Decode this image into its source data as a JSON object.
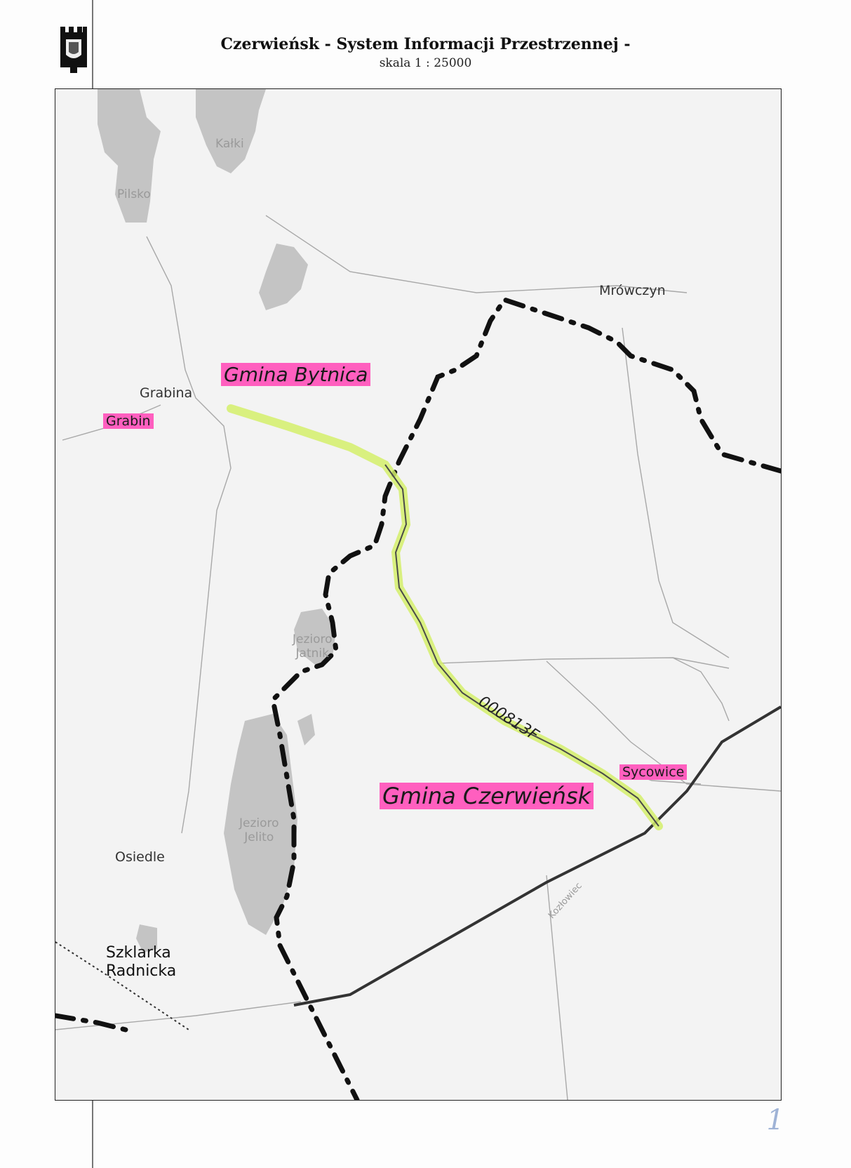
{
  "header": {
    "title": "Czerwieńsk - System Informacji Przestrzennej -",
    "scale": "skala 1 : 25000"
  },
  "map": {
    "places": {
      "kalki": "Kałki",
      "pilsko": "Pilsko",
      "mrowczyn": "Mrówczyn",
      "grabina": "Grabina",
      "jezioro_jatnik": [
        "Jezioro",
        "Jatnik"
      ],
      "jezioro_jelito": [
        "Jezioro",
        "Jelito"
      ],
      "osiedle": "Osiedle",
      "szklarka_radnicka": [
        "Szklarka",
        "Radnicka"
      ],
      "kozlowiec": "Kozłowiec"
    },
    "highlighted": {
      "gmina_bytnica": "Gmina Bytnica",
      "grabin": "Grabin",
      "sycowice": "Sycowice",
      "gmina_czerwiensk": "Gmina Czerwieńsk"
    },
    "road_code": "000813F",
    "colors": {
      "highlight": "#ff5fbf",
      "highlighted_road": "#d4ee6a",
      "lake": "#c4c4c4"
    }
  },
  "page_number": "1"
}
